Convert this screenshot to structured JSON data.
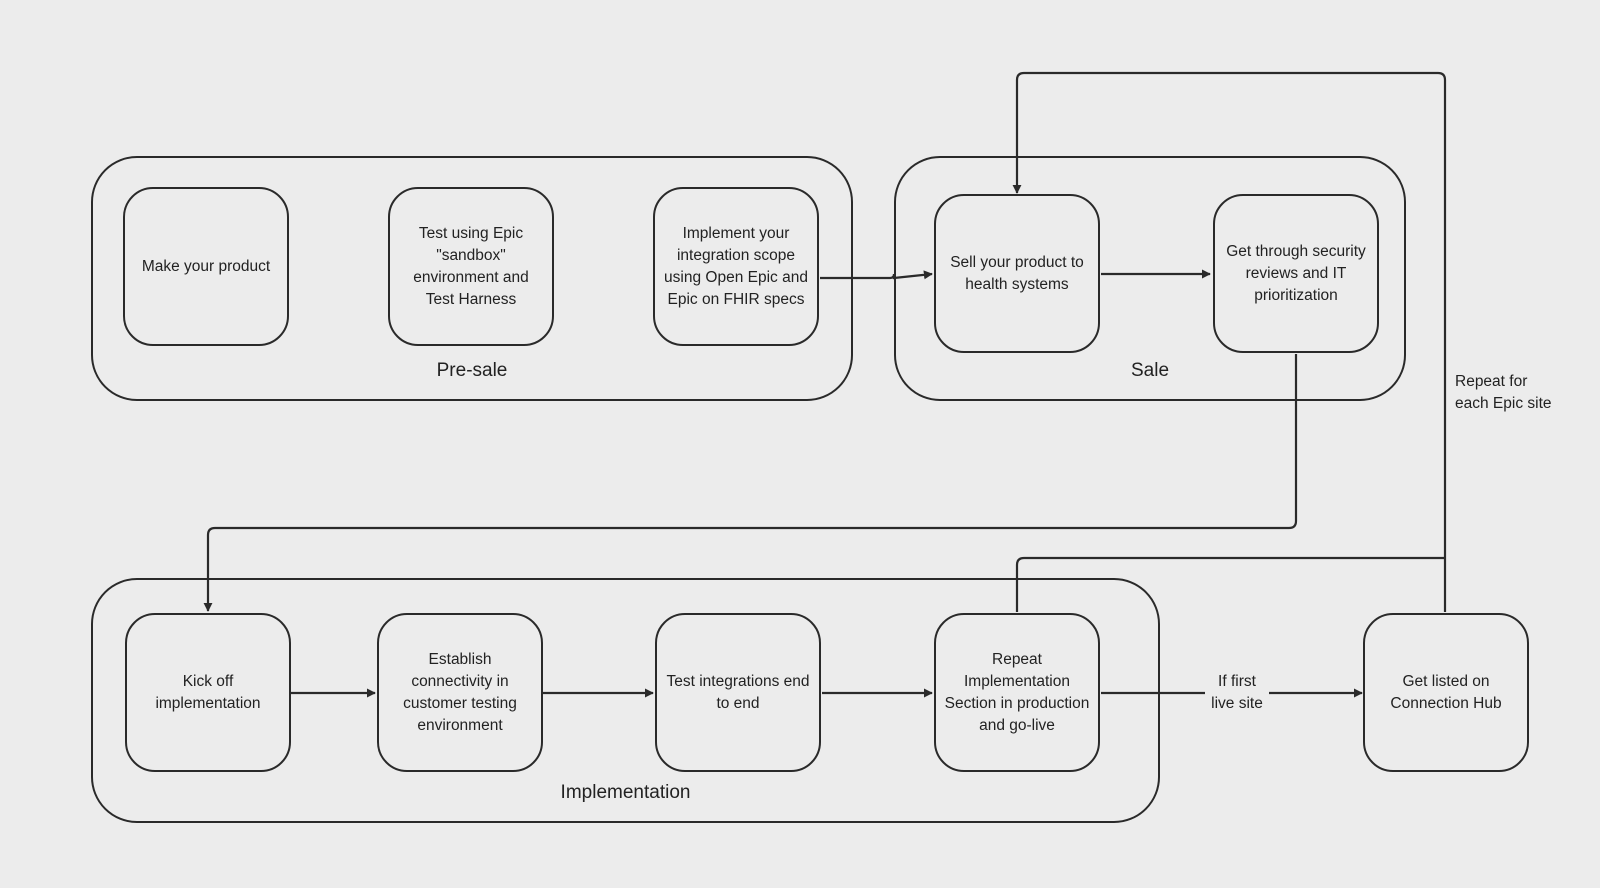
{
  "groups": {
    "presale": "Pre-sale",
    "sale": "Sale",
    "implementation": "Implementation"
  },
  "steps": {
    "make_product": "Make your product",
    "test_sandbox": "Test using Epic \"sandbox\" environment and Test Harness",
    "implement_scope": "Implement your integration scope using Open Epic and Epic on FHIR specs",
    "sell_product": "Sell your product to health systems",
    "security_reviews": "Get through security reviews and IT prioritization",
    "kick_off": "Kick off implementation",
    "establish_connectivity": "Establish connectivity in customer testing environment",
    "test_integrations": "Test integrations end to end",
    "repeat_implementation": "Repeat Implementation Section in production and go-live",
    "get_listed": "Get listed on Connection Hub"
  },
  "edge_labels": {
    "if_first_live_site": "If first live site",
    "repeat_for_each_site": "Repeat for each Epic site"
  },
  "colors": {
    "background": "#ececec",
    "stroke": "#2a2a2a",
    "text": "#222222"
  }
}
